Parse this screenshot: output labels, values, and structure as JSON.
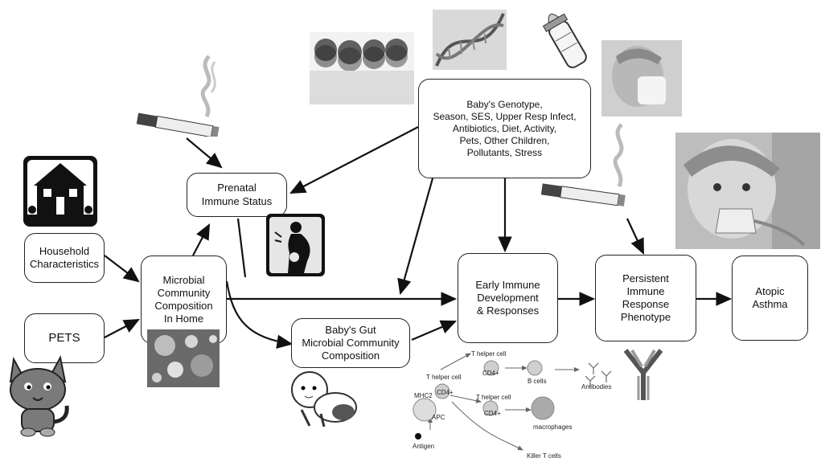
{
  "nodes": {
    "household": "Household\nCharacteristics",
    "pets": "PETS",
    "microbial": "Microbial\nCommunity\nComposition\nIn Home",
    "prenatal": "Prenatal\nImmune Status",
    "gut": "Baby's Gut\nMicrobial Community\nComposition",
    "factors": "Baby's Genotype,\nSeason, SES, Upper Resp Infect,\nAntibiotics, Diet, Activity,\nPets, Other Children,\nPollutants, Stress",
    "early": "Early Immune\nDevelopment\n& Responses",
    "persistent": "Persistent\nImmune\nResponse\nPhenotype",
    "asthma": "Atopic\nAsthma"
  },
  "cell_labels": {
    "th1": "T helper cell",
    "th2": "T helper cell",
    "th3": "T helper cell",
    "cd4_a": "CD4+",
    "cd4_b": "CD4+",
    "cd4_c": "CD4+",
    "mhc": "MHC2",
    "apc": "APC",
    "antigen": "Antigen",
    "bcells": "B cells",
    "antibodies": "Antibodies",
    "macrophages": "macrophages",
    "killer": "Killer T cells"
  },
  "icons": [
    "house-icon",
    "cat-icon",
    "cigarette-icon",
    "pregnant-woman-icon",
    "bacteria-photo",
    "baby-icon",
    "children-photo",
    "dna-icon",
    "baby-bottle-icon",
    "sneezing-child-photo",
    "child-nebulizer-photo",
    "antibody-icon"
  ]
}
